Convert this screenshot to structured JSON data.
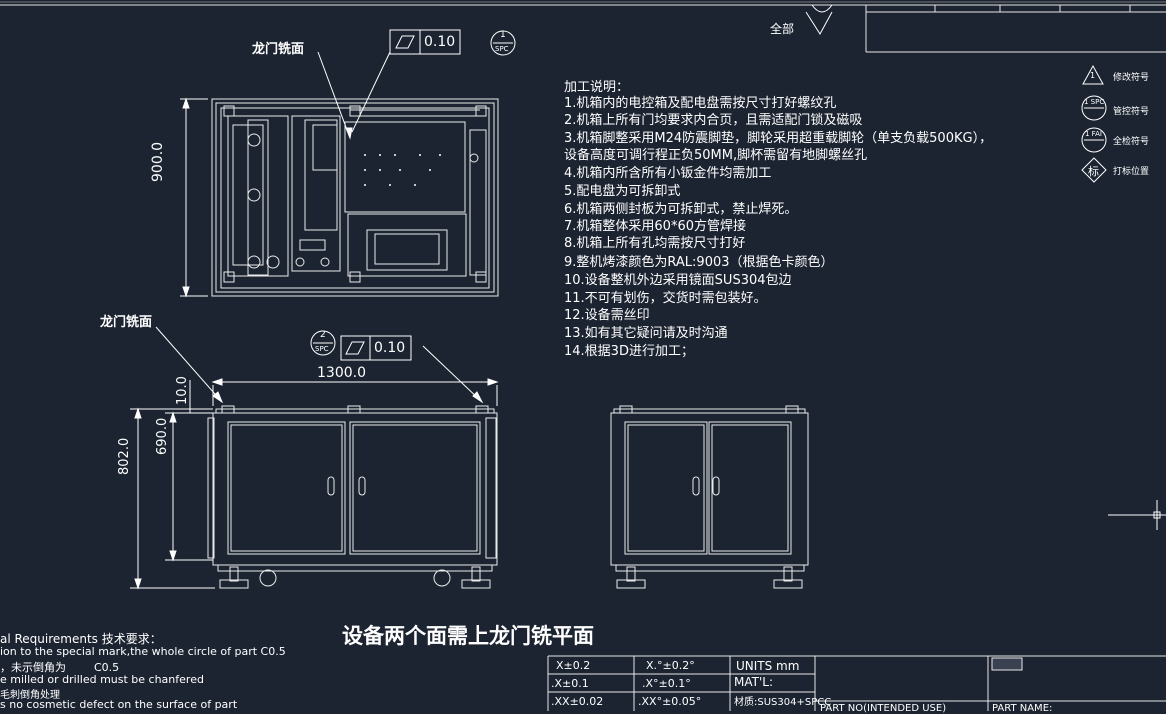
{
  "drawing": {
    "quanbu": "全部",
    "mill_label_top": "龙门铣面",
    "mill_label_left": "龙门铣面",
    "flatness_1": "0.10",
    "flatness_2": "0.10",
    "spc_1": "1",
    "spc_2": "2",
    "spc_unit": "SPC",
    "dim_900": "900.0",
    "dim_1300": "1300.0",
    "dim_10": "10.0",
    "dim_690": "690.0",
    "dim_802": "802.0",
    "bottom_caption": "设备两个面需上龙门铣平面"
  },
  "notes": {
    "title": "加工说明：",
    "lines": [
      "1.机箱内的电控箱及配电盘需按尺寸打好螺纹孔",
      "2.机箱上所有门均要求内合页，且需适配门锁及磁吸",
      "3.机箱脚整采用M24防震脚垫，脚轮采用超重载脚轮（单支负载500KG），",
      "设备高度可调行程正负50MM,脚杯需留有地脚螺丝孔",
      "4.机箱内所含所有小钣金件均需加工",
      "5.配电盘为可拆卸式",
      "6.机箱两侧封板为可拆卸式，禁止焊死。",
      "7.机箱整体采用60*60方管焊接",
      "8.机箱上所有孔均需按尺寸打好",
      "9.整机烤漆颜色为RAL:9003（根据色卡颜色）",
      "10.设备整机外边采用镜面SUS304包边",
      "11.不可有划伤，交货时需包装好。",
      "12.设备需丝印",
      "13.如有其它疑问请及时沟通",
      "14.根据3D进行加工；"
    ]
  },
  "legend": {
    "items": [
      {
        "symbol": "1",
        "label": "修改符号"
      },
      {
        "symbol": "1 SPC",
        "label": "管控符号"
      },
      {
        "symbol": "1 FAI",
        "label": "全检符号"
      },
      {
        "symbol": "标",
        "label": "打标位置"
      }
    ]
  },
  "requirements": {
    "line1": "al Requirements 技术要求：",
    "line2": "ion to the special mark,the whole circle of part C0.5",
    "line3": "，未示倒角为        C0.5",
    "line4": "e milled or drilled must be chanfered",
    "line5": "毛刺倒角处理",
    "line6": "s no cosmetic defect on the surface of part"
  },
  "title_block": {
    "tol_x": "X±0.2",
    "tol_xx": ".X±0.1",
    "tol_xxx": ".XX±0.02",
    "ang_x": "X.°±0.2°",
    "ang_xx": ".X°±0.1°",
    "ang_xxx": ".XX°±0.05°",
    "units": "UNITS mm",
    "matl": "MAT'L:",
    "matl_value": "材质:SUS304+SPCC",
    "part_no": "PART NO(INTENDED USE)",
    "part_name": "PART NAME:"
  }
}
